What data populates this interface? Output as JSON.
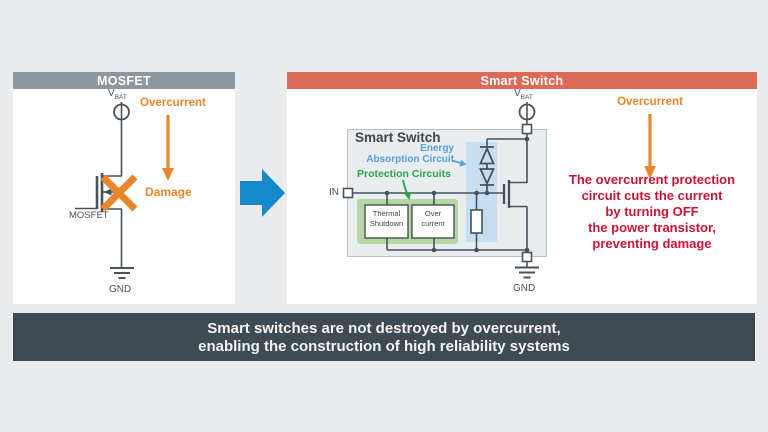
{
  "colors": {
    "background": "#e9ebec",
    "mosfet_header_bg": "#8d97a0",
    "smart_header_bg": "#dd6a58",
    "footer_bg": "#3f4b52",
    "orange_accent": "#e8862c",
    "crimson_text": "#ca1432",
    "big_arrow_blue": "#1589cb",
    "energy_text_blue": "#55a0dd",
    "protection_text_green": "#2aa34a",
    "circuit_stroke": "#47525a",
    "blue_strip": "#c6def2",
    "green_box": "#b5d7a6"
  },
  "left_panel": {
    "header": "MOSFET",
    "vbat_main": "V",
    "vbat_sub": "BAT",
    "overcurrent_label": "Overcurrent",
    "damage_label": "Damage",
    "mosfet_label": "MOSFET",
    "gnd_label": "GND"
  },
  "right_panel": {
    "header": "Smart Switch",
    "diagram": {
      "title": "Smart Switch",
      "energy_label": "Energy\nAbsorption Circuit",
      "protection_label": "Protection Circuits",
      "in_label": "IN",
      "thermal_box": "Thermal\nShutdown",
      "overcurrent_box": "Over\ncurrent",
      "vbat_main": "V",
      "vbat_sub": "BAT",
      "gnd_label": "GND"
    },
    "annotation": {
      "overcurrent_label": "Overcurrent",
      "description": "The overcurrent protection\ncircuit cuts the current\nby turning OFF\nthe power transistor,\npreventing damage"
    }
  },
  "footer": {
    "text": "Smart switches are not destroyed by overcurrent,\nenabling the construction of high reliability systems"
  }
}
